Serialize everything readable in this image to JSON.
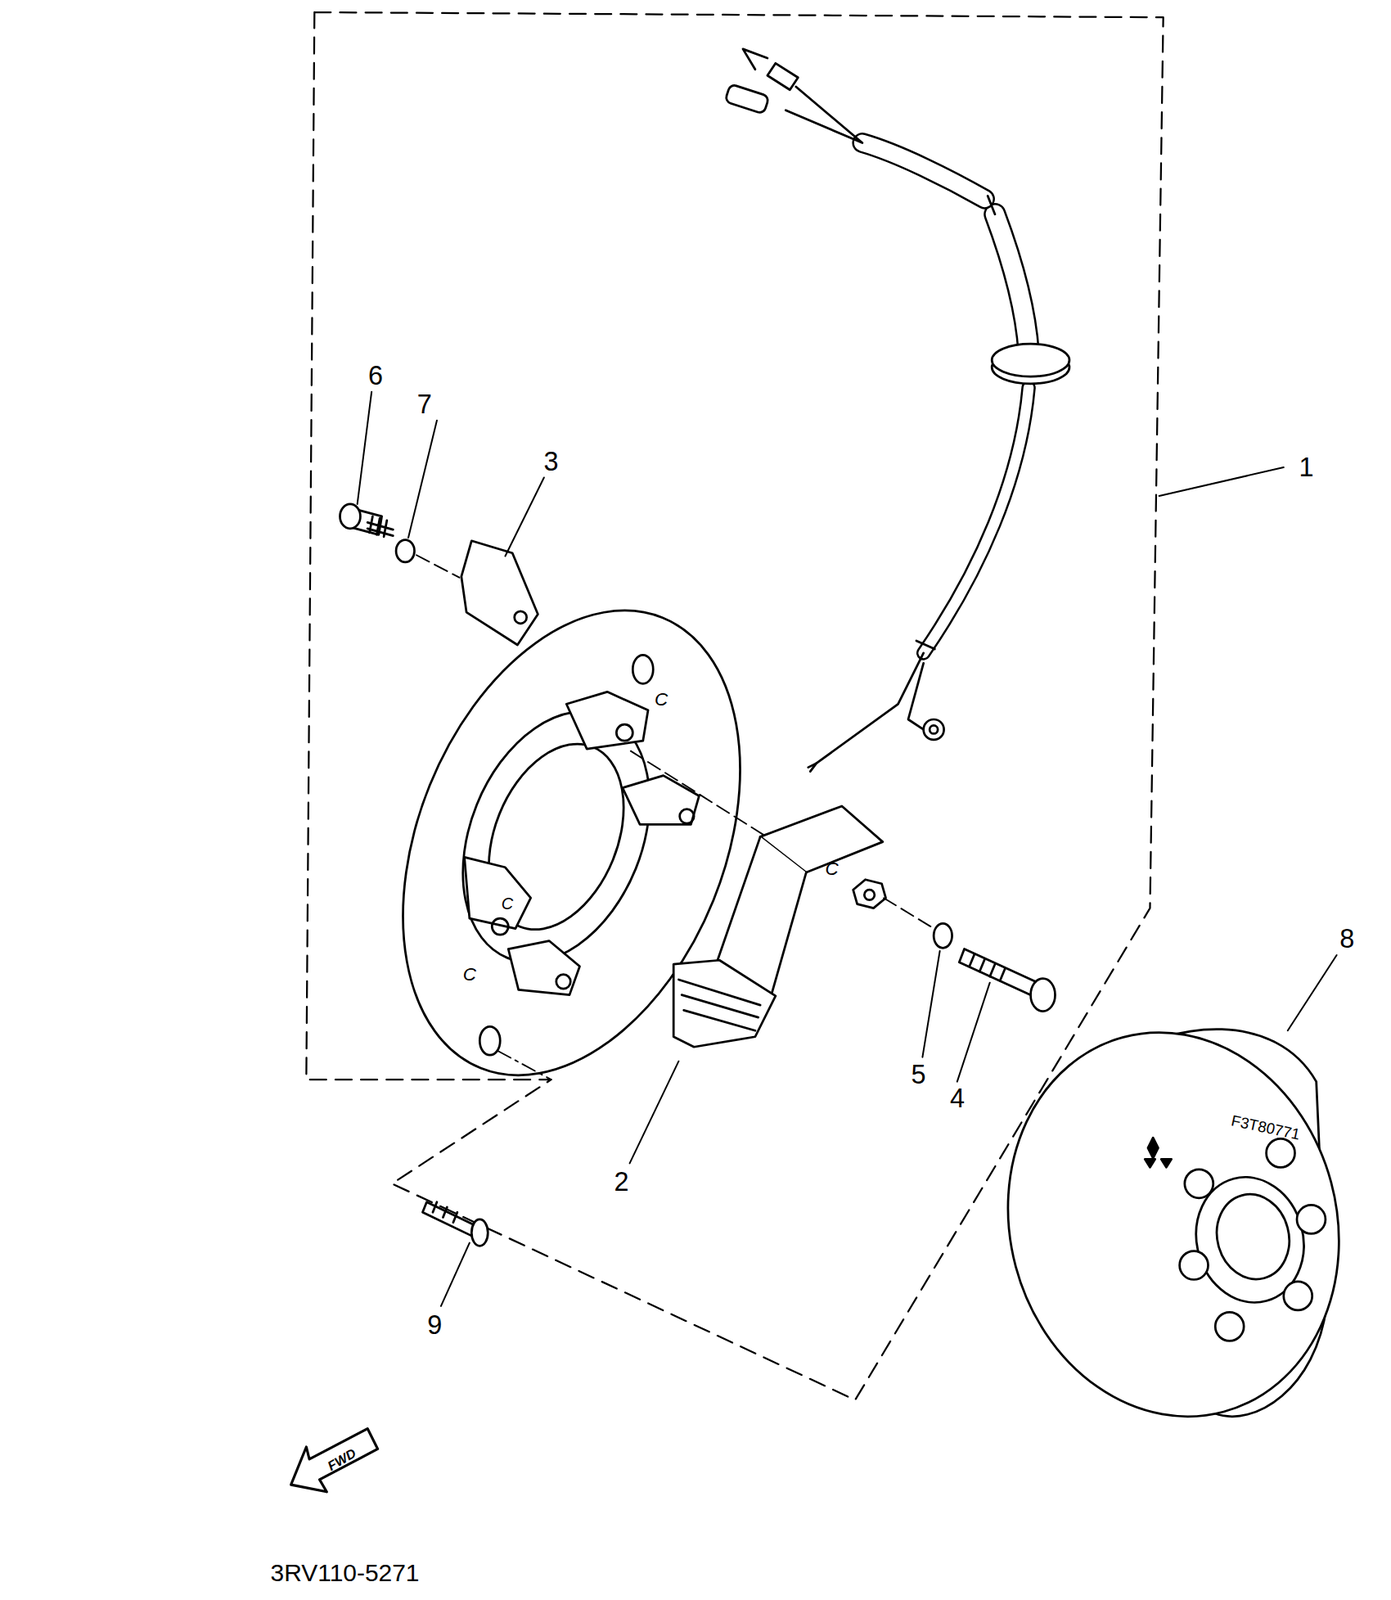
{
  "diagram": {
    "labels": [
      "1",
      "2",
      "3",
      "4",
      "5",
      "6",
      "7",
      "8",
      "9",
      "C",
      "C",
      "C",
      "C",
      "F3T80771",
      "FWD",
      "3RV110-5271"
    ]
  }
}
